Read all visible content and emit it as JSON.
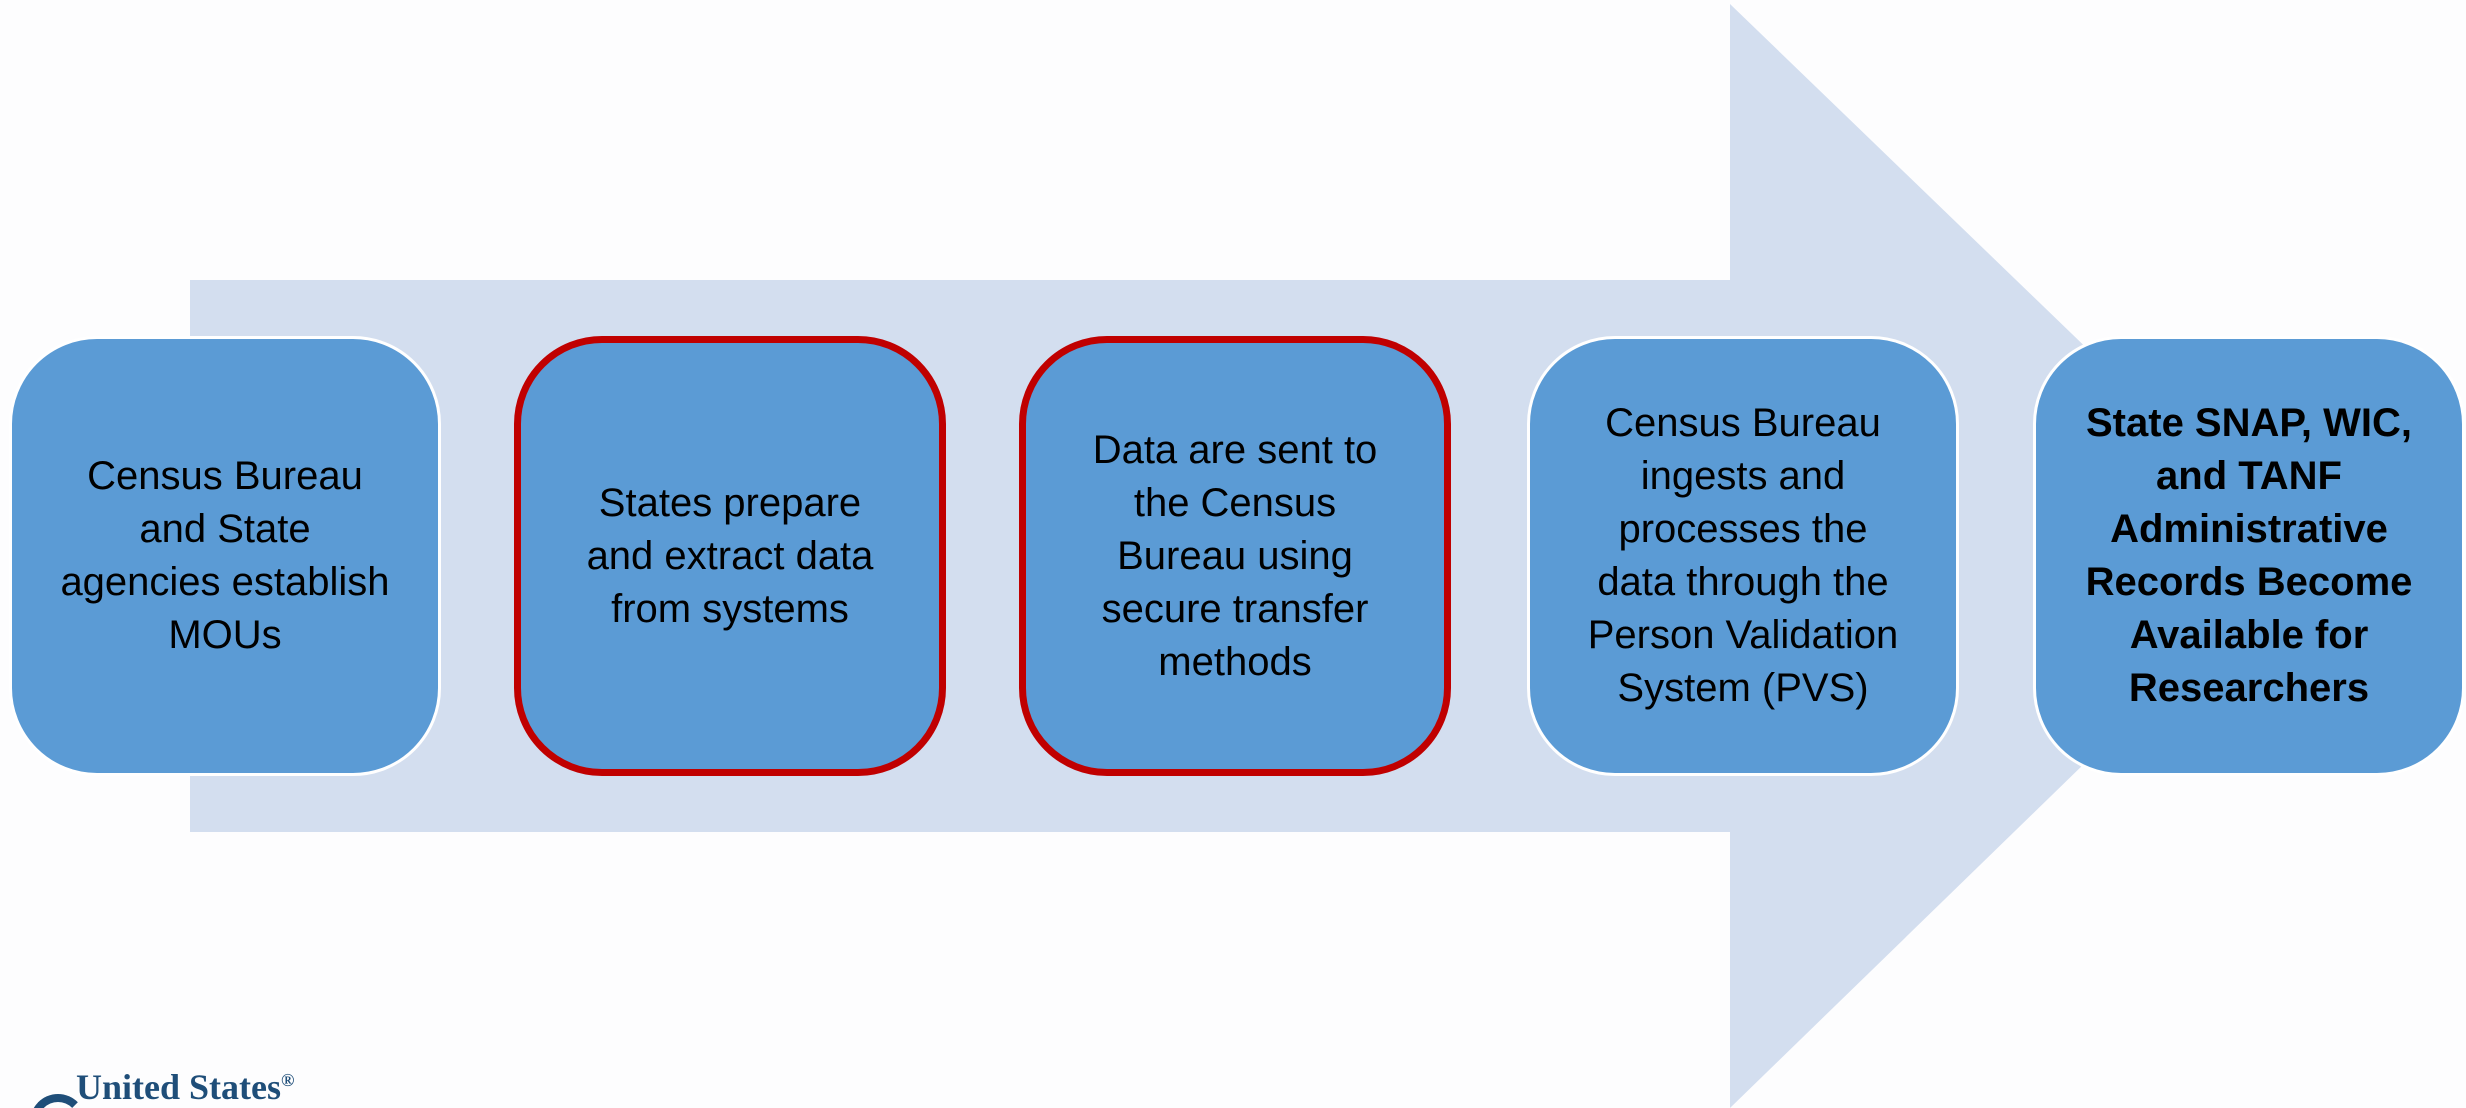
{
  "colors": {
    "background": "#fdfdfe",
    "arrow": "#d3deef",
    "box_fill": "#5b9bd5",
    "box_border": "#ffffff",
    "highlight_border": "#c00000",
    "logo": "#1f4e79"
  },
  "steps": [
    {
      "label": "Census Bureau\nand State\nagencies establish\nMOUs",
      "highlighted": false,
      "bold": false
    },
    {
      "label": "States prepare\nand extract data\nfrom systems",
      "highlighted": true,
      "bold": false
    },
    {
      "label": "Data are sent to\nthe Census\nBureau using\nsecure transfer\nmethods",
      "highlighted": true,
      "bold": false
    },
    {
      "label": "Census Bureau\ningests and\nprocesses the\ndata through the\nPerson Validation\nSystem (PVS)",
      "highlighted": false,
      "bold": false
    },
    {
      "label": "State SNAP, WIC,\nand TANF\nAdministrative\nRecords Become\nAvailable for\nResearchers",
      "highlighted": false,
      "bold": true
    }
  ],
  "logo": {
    "text": "United States",
    "mark": "®",
    "icon": "census-logo-icon"
  }
}
